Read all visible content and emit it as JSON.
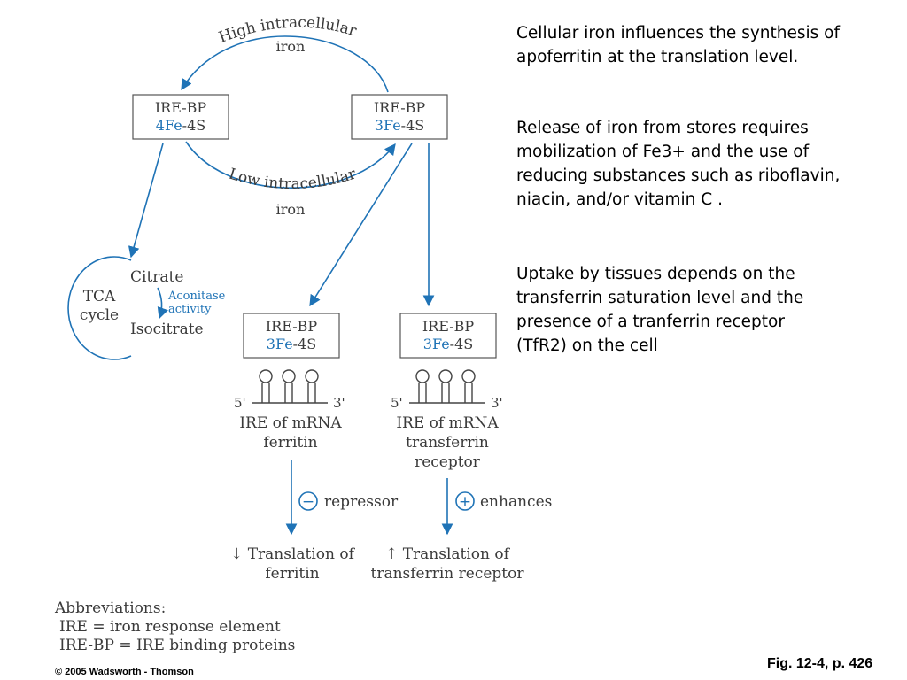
{
  "colors": {
    "accent": "#1f73b6",
    "text": "#3a3a3a",
    "box_border": "#555555"
  },
  "diagram": {
    "arc_top_label": [
      "High intracellular",
      "iron"
    ],
    "arc_bottom_label": [
      "Low intracellular",
      "iron"
    ],
    "box_left": {
      "line1": "IRE-BP",
      "fe": "4Fe",
      "s": "-4S"
    },
    "box_right": {
      "line1": "IRE-BP",
      "fe": "3Fe",
      "s": "-4S"
    },
    "box_ferritin": {
      "line1": "IRE-BP",
      "fe": "3Fe",
      "s": "-4S"
    },
    "box_transferrin": {
      "line1": "IRE-BP",
      "fe": "3Fe",
      "s": "-4S"
    },
    "tca": {
      "label": [
        "TCA",
        "cycle"
      ],
      "citrate": "Citrate",
      "isocitrate": "Isocitrate",
      "enzyme": [
        "Aconitase",
        "activity"
      ]
    },
    "mrna_ferritin": {
      "five": "5'",
      "three": "3'",
      "caption": [
        "IRE of mRNA",
        "ferritin"
      ]
    },
    "mrna_transferrin": {
      "five": "5'",
      "three": "3'",
      "caption": [
        "IRE of mRNA",
        "transferrin",
        "receptor"
      ]
    },
    "effect_ferritin": {
      "symbol": "−",
      "label": "repressor",
      "result": [
        "↓ Translation of",
        "ferritin"
      ]
    },
    "effect_transferrin": {
      "symbol": "+",
      "label": "enhances",
      "result": [
        "↑ Translation of",
        "transferrin receptor"
      ]
    },
    "abbreviations": {
      "title": "Abbreviations:",
      "items": [
        "IRE = iron response element",
        "IRE-BP = IRE binding proteins"
      ]
    }
  },
  "text": {
    "p1": [
      "Cellular iron influences the synthesis of",
      "apoferritin at the translation level."
    ],
    "p2": [
      "Release of iron from stores requires",
      "mobilization of Fe3+ and the use of",
      "reducing substances such as riboflavin,",
      "niacin, and/or vitamin C ."
    ],
    "p3": [
      "Uptake by tissues depends on the",
      "transferrin saturation level and the",
      "presence of a tranferrin receptor",
      "(TfR2) on the cell"
    ]
  },
  "footer": {
    "copyright": "© 2005 Wadsworth - Thomson",
    "figure_ref": "Fig. 12-4, p. 426"
  }
}
